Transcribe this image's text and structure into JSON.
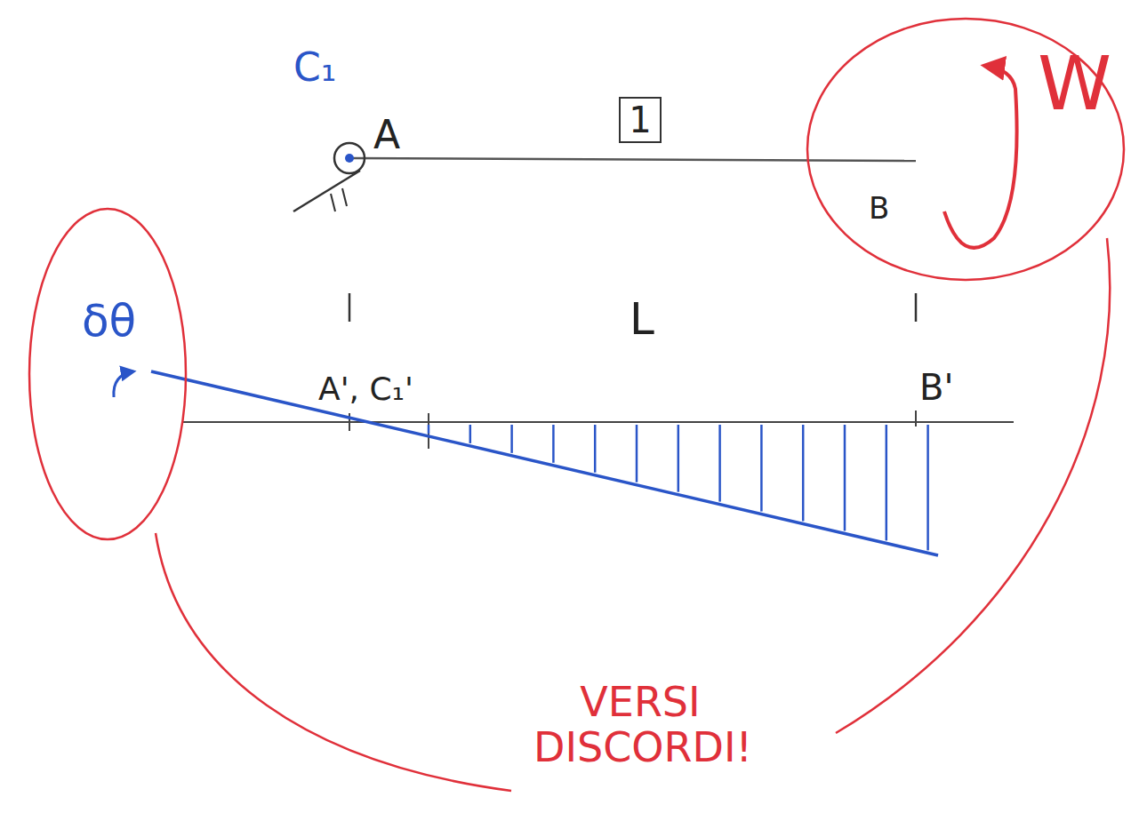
{
  "diagram": {
    "nodes": [
      {
        "text": [
          "1"
        ]
      },
      {
        "text": [
          "W",
          "B"
        ]
      },
      {
        "text": [
          "δθ"
        ]
      }
    ],
    "labels": [
      "C₁",
      "A",
      "L",
      "A', C₁'",
      "B'",
      "VERSI DISCORDI!"
    ]
  }
}
